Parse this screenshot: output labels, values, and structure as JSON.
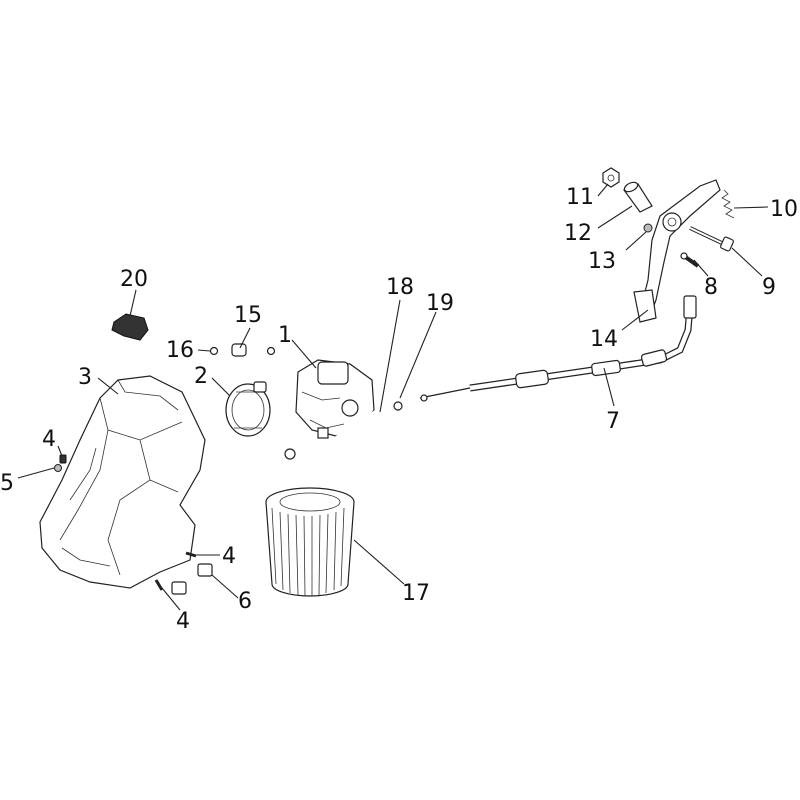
{
  "diagram": {
    "callouts": [
      {
        "id": "20",
        "label": "20"
      },
      {
        "id": "15",
        "label": "15"
      },
      {
        "id": "1",
        "label": "1"
      },
      {
        "id": "16",
        "label": "16"
      },
      {
        "id": "2",
        "label": "2"
      },
      {
        "id": "3",
        "label": "3"
      },
      {
        "id": "4a",
        "label": "4"
      },
      {
        "id": "5",
        "label": "5"
      },
      {
        "id": "4b",
        "label": "4"
      },
      {
        "id": "6",
        "label": "6"
      },
      {
        "id": "4c",
        "label": "4"
      },
      {
        "id": "17",
        "label": "17"
      },
      {
        "id": "18",
        "label": "18"
      },
      {
        "id": "19",
        "label": "19"
      },
      {
        "id": "7",
        "label": "7"
      },
      {
        "id": "14",
        "label": "14"
      },
      {
        "id": "11",
        "label": "11"
      },
      {
        "id": "12",
        "label": "12"
      },
      {
        "id": "13",
        "label": "13"
      },
      {
        "id": "10",
        "label": "10"
      },
      {
        "id": "9",
        "label": "9"
      },
      {
        "id": "8",
        "label": "8"
      }
    ]
  }
}
